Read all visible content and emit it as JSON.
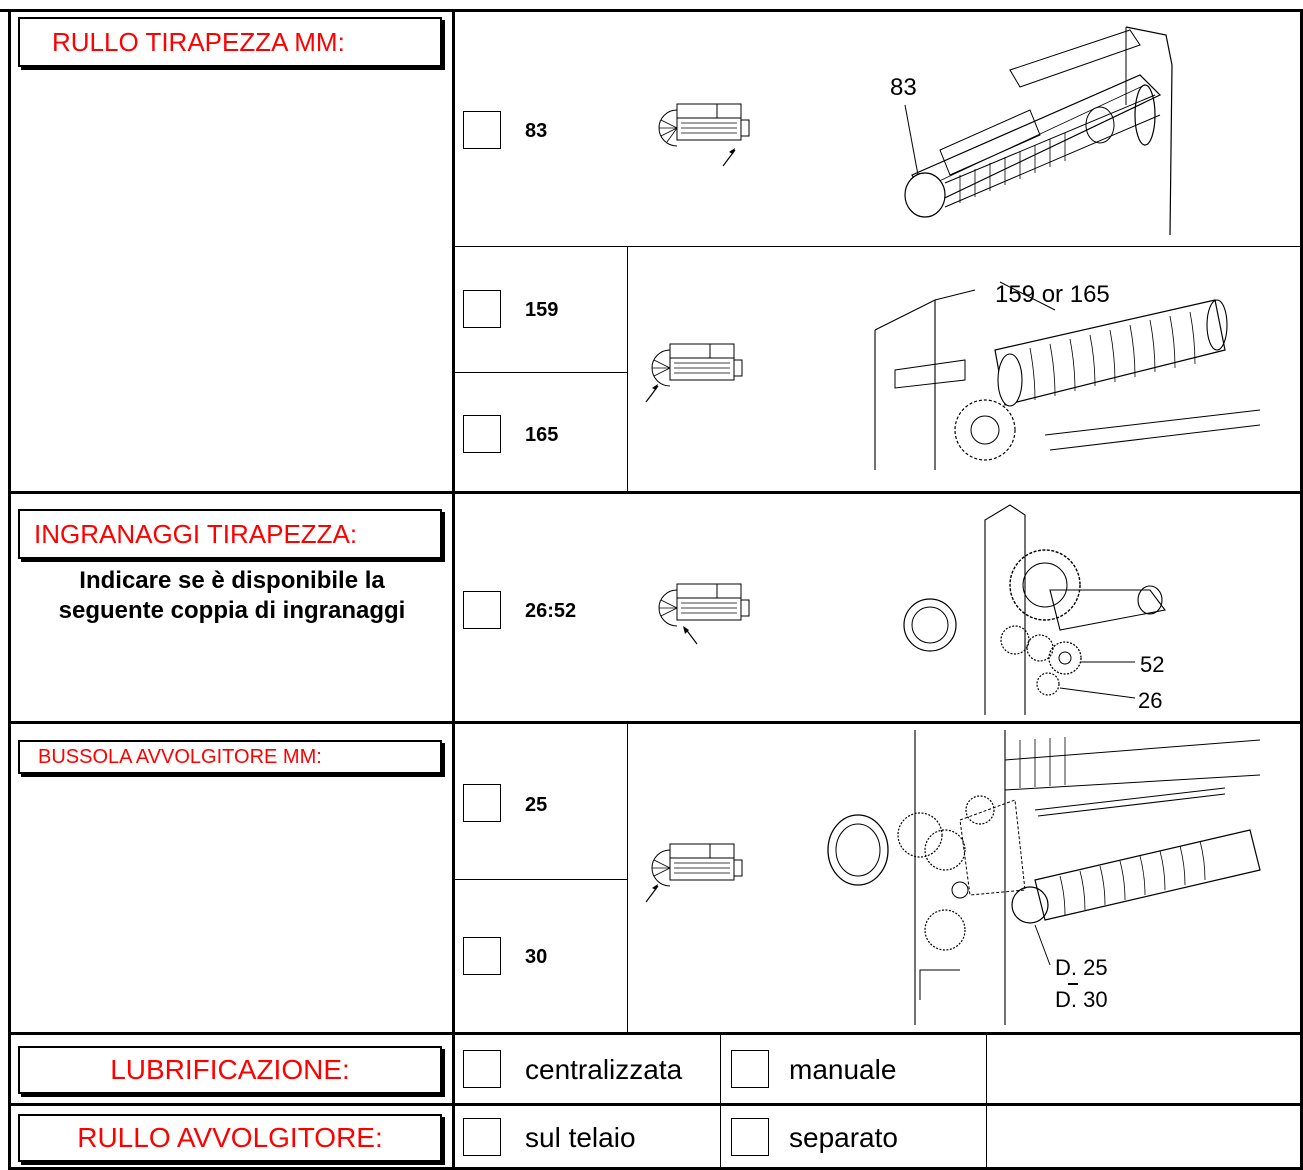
{
  "sections": {
    "rullo_tirapezza": {
      "title": "RULLO TIRAPEZZA MM:",
      "options": [
        "83",
        "159",
        "165"
      ],
      "callouts": [
        "83",
        "159 or 165"
      ]
    },
    "ingranaggi": {
      "title": "INGRANAGGI TIRAPEZZA:",
      "description_line1": "Indicare se è disponibile la",
      "description_line2": "seguente coppia di ingranaggi",
      "option": "26:52",
      "callouts": [
        "52",
        "26"
      ]
    },
    "bussola": {
      "title": "BUSSOLA AVVOLGITORE MM:",
      "options": [
        "25",
        "30"
      ],
      "callouts": [
        "D. 25",
        "D. 30"
      ]
    },
    "lubrificazione": {
      "title": "LUBRIFICAZIONE:",
      "options": [
        "centralizzata",
        "manuale"
      ]
    },
    "rullo_avvolgitore": {
      "title": "RULLO AVVOLGITORE:",
      "options": [
        "sul telaio",
        "separato"
      ]
    }
  },
  "colors": {
    "title_text": "#ff0000",
    "lines": "#000000"
  },
  "icons": [
    "checkbox",
    "machine-top-view-icon",
    "roller-drawing",
    "gear-drawing"
  ]
}
